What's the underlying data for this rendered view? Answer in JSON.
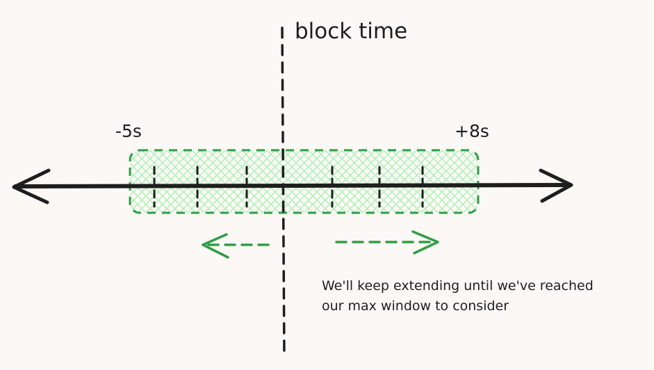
{
  "title_label": "block time",
  "left_offset_label": "-5s",
  "right_offset_label": "+8s",
  "note_lines": [
    "We'll keep extending until we've reached",
    "our max window to consider"
  ],
  "colors": {
    "background": "#fcf8f6",
    "ink": "#1e1e1e",
    "window_stroke": "#2f9e44",
    "window_fill": "#b2f2bb"
  }
}
